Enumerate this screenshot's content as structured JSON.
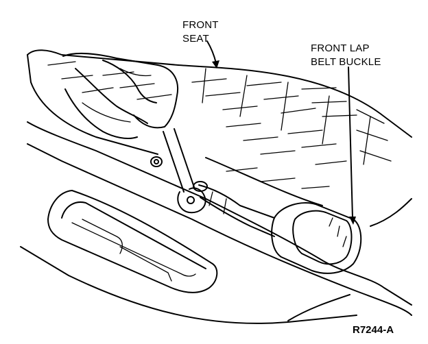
{
  "labels": {
    "front_seat_line1": "FRONT",
    "front_seat_line2": "SEAT",
    "buckle_line1": "FRONT LAP",
    "buckle_line2": "BELT BUCKLE"
  },
  "figure_id": "R7244-A"
}
